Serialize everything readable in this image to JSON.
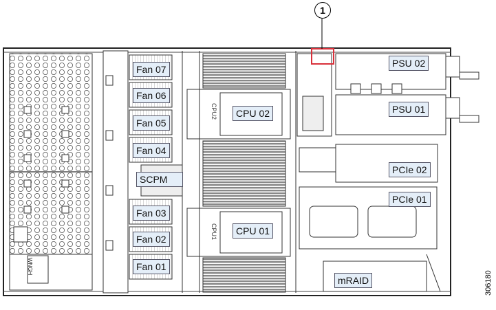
{
  "callout": "1",
  "figure_id": "306180",
  "chassis_mark": "WNGH",
  "cpu_side_marks": [
    "CPU2",
    "CPU1"
  ],
  "labels": {
    "fan07": "Fan 07",
    "fan06": "Fan 06",
    "fan05": "Fan 05",
    "fan04": "Fan 04",
    "scpm": "SCPM",
    "fan03": "Fan 03",
    "fan02": "Fan 02",
    "fan01": "Fan 01",
    "cpu02": "CPU 02",
    "cpu01": "CPU 01",
    "psu02": "PSU 02",
    "psu01": "PSU 01",
    "pcie02": "PCIe 02",
    "pcie01": "PCIe 01",
    "mraid": "mRAID"
  },
  "colors": {
    "label_fill": "#e4eef8",
    "highlight": "#d9303a",
    "line": "#333333"
  }
}
